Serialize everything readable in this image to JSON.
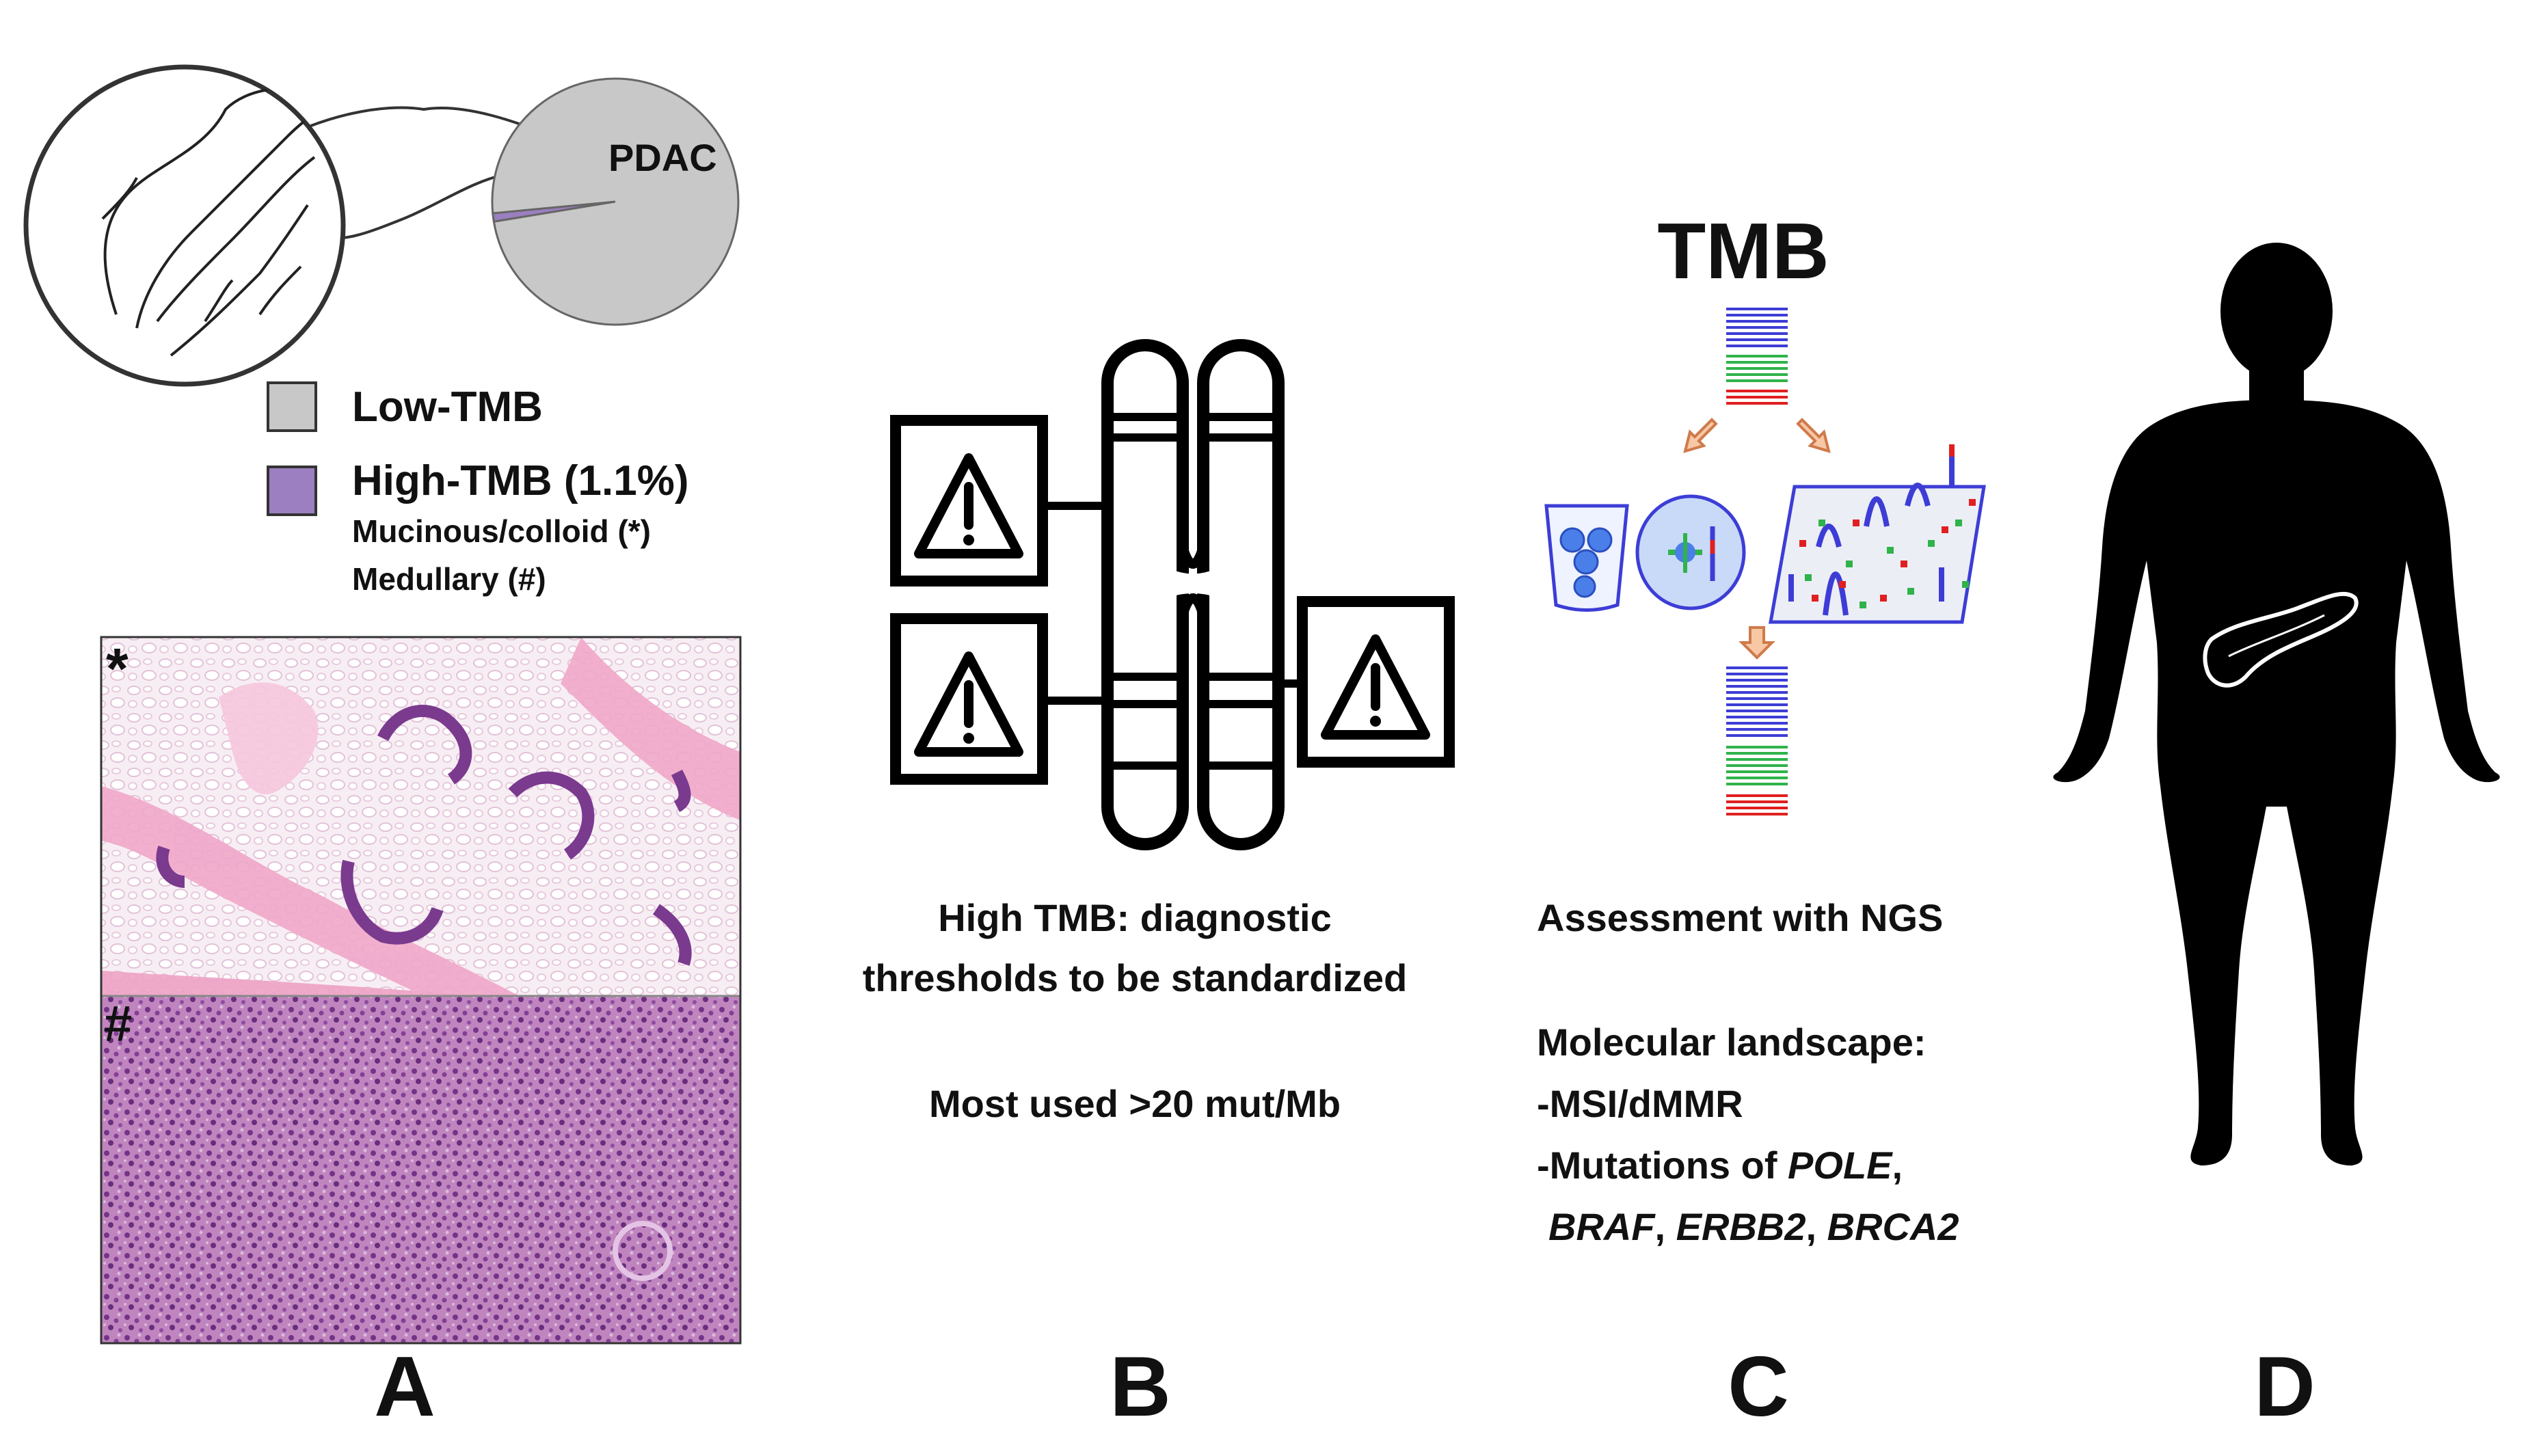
{
  "panel_a": {
    "panel_label": "A",
    "pie": {
      "label": "PDAC",
      "slices": [
        {
          "name": "Low-TMB",
          "percent": 98.9,
          "color": "#c8c8c8"
        },
        {
          "name": "High-TMB",
          "percent": 1.1,
          "color": "#9b7fc0"
        }
      ]
    },
    "legend": {
      "low_label": "Low-TMB",
      "high_label": "High-TMB (1.1%)",
      "sub1": "Mucinous/colloid (*)",
      "sub2": "Medullary (#)"
    },
    "histology": {
      "top_marker": "*",
      "bottom_marker": "#",
      "stain_pink": "#f2b8d8",
      "stain_purple": "#9a5aa8"
    }
  },
  "panel_b": {
    "panel_label": "B",
    "text_line1": "High TMB: diagnostic",
    "text_line2": "thresholds  to be standardized",
    "text_line3": "Most used >20 mut/Mb",
    "icon": "chromosome-with-warning-icons"
  },
  "panel_c": {
    "panel_label": "C",
    "title": "TMB",
    "assessment": "Assessment with NGS",
    "landscape_title": "Molecular landscape:",
    "item1": "-MSI/dMMR",
    "item2_prefix": "-Mutations of ",
    "item2_gene": "POLE",
    "item2_suffix": ",",
    "item3_gene1": "BRAF",
    "item3_sep1": ", ",
    "item3_gene2": "ERBB2",
    "item3_sep2": ", ",
    "item3_gene3": "BRCA2",
    "bar_colors": [
      "#3d3dd6",
      "#2fb34a",
      "#e02020"
    ]
  },
  "panel_d": {
    "panel_label": "D",
    "icon": "human-silhouette-with-pancreas"
  }
}
